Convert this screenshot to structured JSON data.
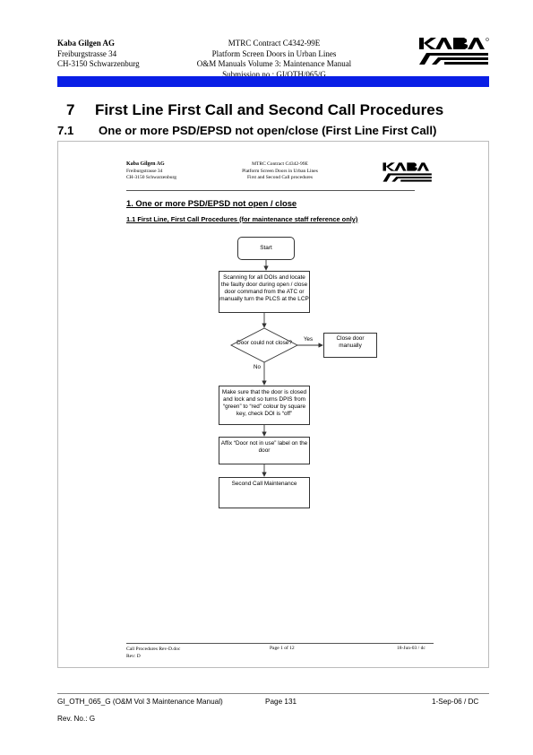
{
  "header": {
    "company_name": "Kaba Gilgen AG",
    "street": "Freiburgstrasse 34",
    "city": "CH-3150 Schwarzenburg",
    "contract": "MTRC Contract C4342-99E",
    "project": "Platform Screen Doors in Urban Lines",
    "manual": "O&M Manuals Volume 3: Maintenance Manual",
    "submission": "Submission no.: GI/OTH/065/G",
    "logo_alt": "KABA GILGEN logo"
  },
  "section": {
    "number": "7",
    "title": "First Line First Call and Second Call Procedures"
  },
  "subsection": {
    "number": "7.1",
    "title": "One or more PSD/EPSD not open/close (First Line First Call)"
  },
  "embedded": {
    "company_name": "Kaba Gilgen AG",
    "street": "Freiburgstrasse 34",
    "city": "CH-3150 Schwarzenburg",
    "contract": "MTRC Contract C4342-99E",
    "project": "Platform Screen Doors in Urban Lines",
    "doc_title": "First and Second Call procedures",
    "heading": "1. One or more PSD/EPSD not open / close",
    "subheading": "1.1 First Line, First Call Procedures (for maintenance staff reference only)",
    "flow": {
      "start": "Start",
      "scan": "Scanning for all DOIs and locate the faulty door during open / close door command from the ATC or manually turn the PLCS at the LCP",
      "decision": "Door could not close?",
      "yes": "Yes",
      "no": "No",
      "close_manually": "Close door manually",
      "make_sure": "Make sure that the door is closed and lock and so turns DPIS from “green” to “red” colour by square key, check DOI is “off”",
      "affix": "Affix “Door not in use” label on the door",
      "second_call": "Second Call Maintenance"
    },
    "footer": {
      "file": "Call Procedures Rev-D.doc",
      "rev": "Rev:  D",
      "page": "Page 1 of 12",
      "date": "18-Jun-03 / dc"
    }
  },
  "footer": {
    "doc": "GI_OTH_065_G (O&M Vol 3 Maintenance Manual)",
    "page": "Page 131",
    "date": "1-Sep-06 / DC",
    "rev": "Rev. No.: G"
  },
  "colors": {
    "band": "#0a1fe6",
    "text": "#000000"
  }
}
